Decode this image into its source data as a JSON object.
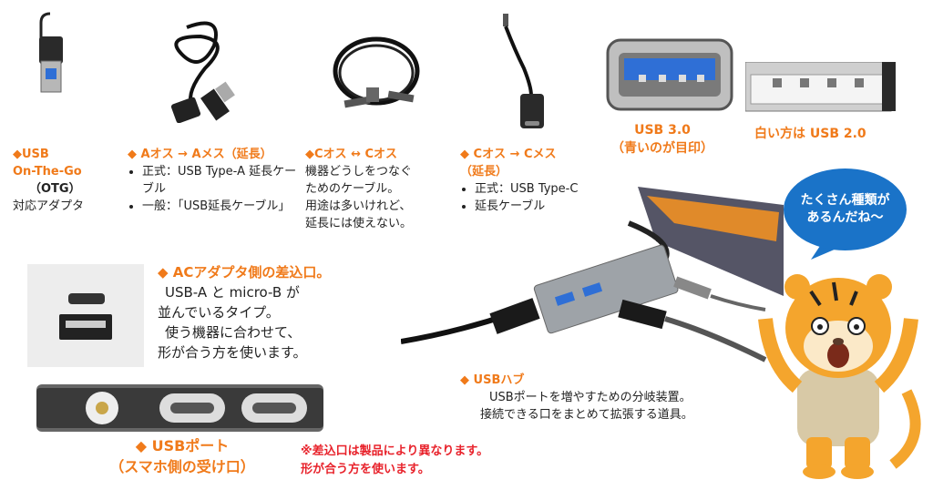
{
  "otg": {
    "line1": "◆USB",
    "line2": "On-The-Go",
    "line3": "（OTG）",
    "line4": "対応アダプタ"
  },
  "aext": {
    "title": "◆ Aオス → Aメス（延長）",
    "items": [
      "正式：USB Type-A 延長ケーブル",
      "一般：「USB延長ケーブル」"
    ]
  },
  "cc": {
    "title": "◆Cオス ↔ Cオス",
    "lines": [
      "機器どうしをつなぐ",
      "ためのケーブル。",
      "用途は多いけれど、",
      "延長には使えない。"
    ]
  },
  "cext": {
    "title1": "◆ Cオス → Cメス",
    "title2": "（延長）",
    "items": [
      "正式：USB Type-C",
      "延長ケーブル"
    ]
  },
  "usb30": {
    "line1": "USB 3.0",
    "line2": "（青いのが目印）"
  },
  "usb20": {
    "label": "白い方は USB 2.0"
  },
  "bubble": {
    "line1": "たくさん種類が",
    "line2": "あるんだね〜"
  },
  "ac": {
    "title": "◆ ACアダプタ側の差込口。",
    "lines": [
      "USB-A と micro-B が",
      "並んでいるタイプ。",
      "使う機器に合わせて、",
      "形が合う方を使います。"
    ]
  },
  "hub": {
    "title": "◆ USBハブ",
    "lines": [
      "USBポートを増やすための分岐装置。",
      "接続できる口をまとめて拡張する道具。"
    ]
  },
  "port": {
    "title": "◆ USBポート",
    "subtitle": "（スマホ側の受け口）"
  },
  "note": {
    "line1": "※差込口は製品により異なります。",
    "line2": "形が合う方を使います。"
  },
  "colors": {
    "orange": "#f07a1a",
    "red": "#e8222b",
    "bubble": "#1a73c8",
    "usb3_blue": "#2f6fd6"
  }
}
